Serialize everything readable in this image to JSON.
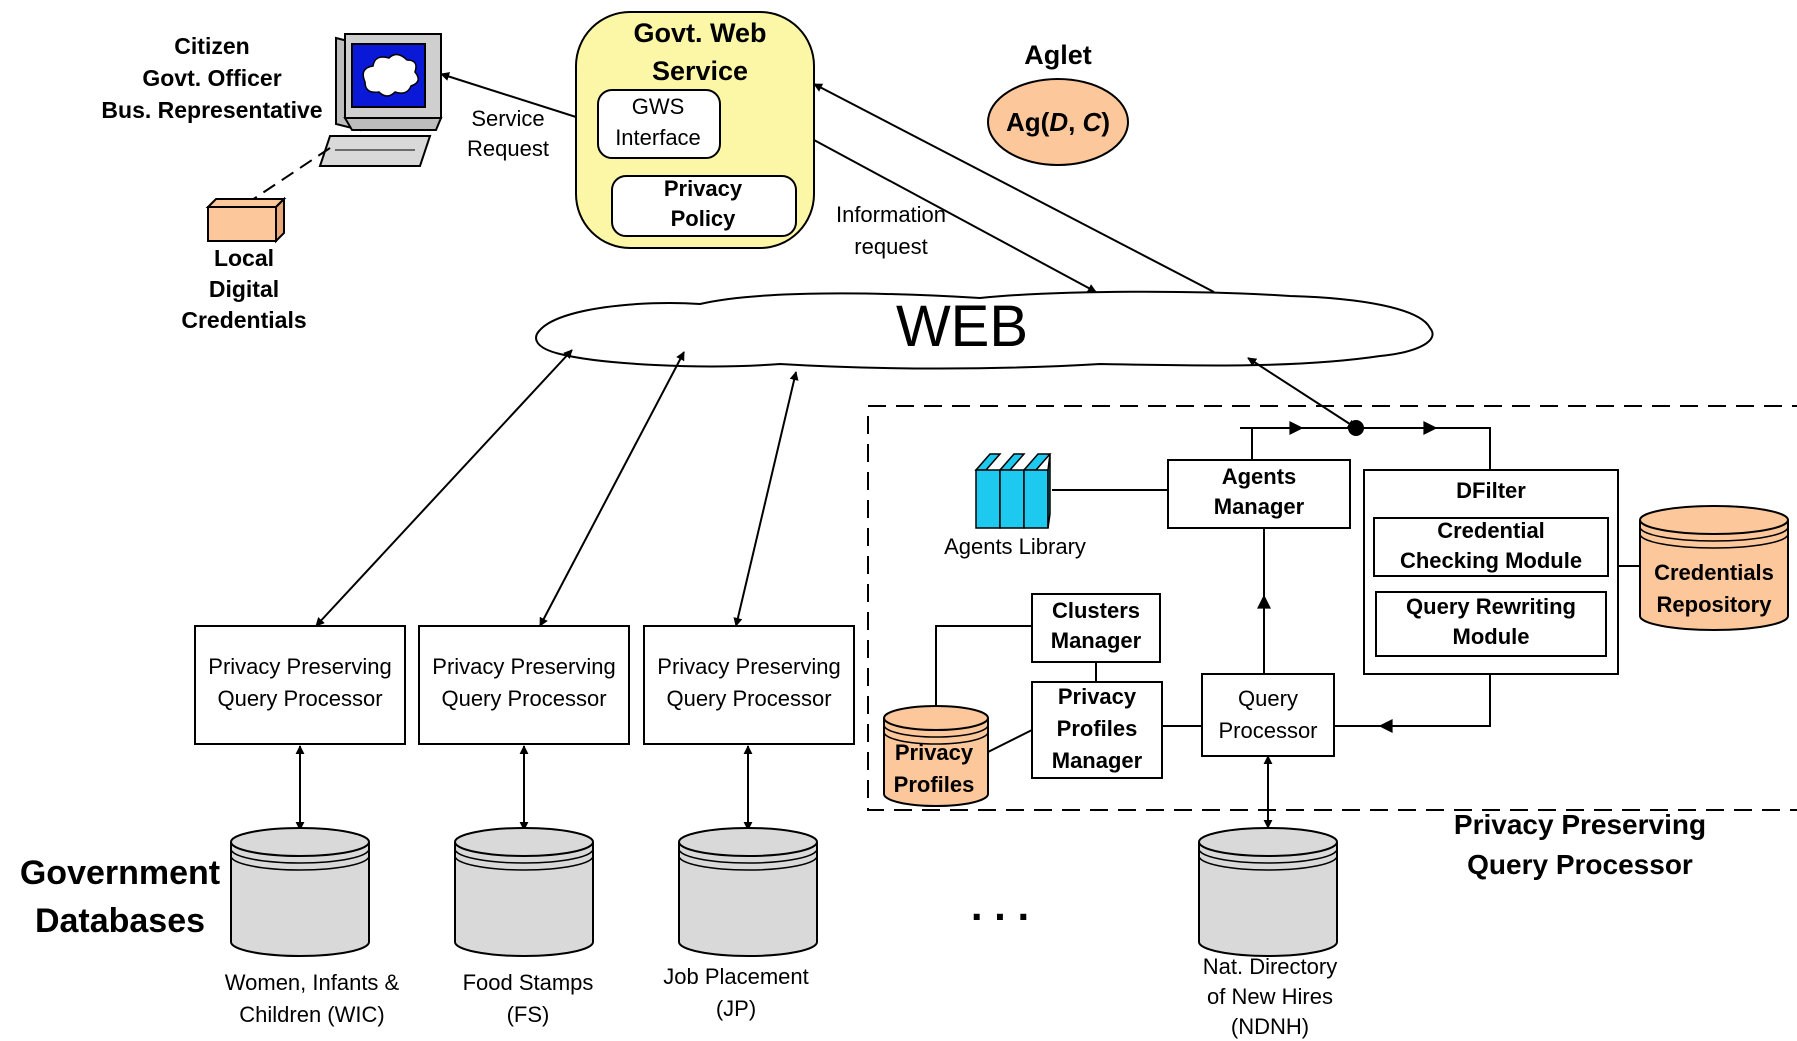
{
  "users": {
    "line1": "Citizen",
    "line2": "Govt. Officer",
    "line3": "Bus. Representative"
  },
  "local_credentials": {
    "line1": "Local",
    "line2": "Digital",
    "line3": "Credentials"
  },
  "service_request": {
    "line1": "Service",
    "line2": "Request"
  },
  "gws": {
    "title1": "Govt. Web",
    "title2": "Service",
    "interface1": "GWS",
    "interface2": "Interface",
    "policy1": "Privacy",
    "policy2": "Policy"
  },
  "aglet": {
    "title": "Aglet",
    "ag": "Ag(",
    "d": "D",
    "comma": ", ",
    "c": "C",
    "close": ")"
  },
  "info_request": {
    "line1": "Information",
    "line2": "request"
  },
  "web": "WEB",
  "ppqp_box": {
    "line1": "Privacy Preserving",
    "line2": "Query Processor"
  },
  "gov_db": {
    "line1": "Government",
    "line2": "Databases"
  },
  "databases": [
    {
      "line1": "Women, Infants &",
      "line2": "Children (WIC)"
    },
    {
      "line1": "Food Stamps",
      "line2": "(FS)"
    },
    {
      "line1": "Job Placement",
      "line2": "(JP)"
    }
  ],
  "ellipsis": ". . .",
  "ndnh": {
    "line1": "Nat. Directory",
    "line2": "of New Hires",
    "line3": "(NDNH)"
  },
  "agents_library": "Agents Library",
  "agents_manager": {
    "line1": "Agents",
    "line2": "Manager"
  },
  "dfilter": {
    "title": "DFilter",
    "ccm1": "Credential",
    "ccm2": "Checking Module",
    "qrm1": "Query Rewriting",
    "qrm2": "Module"
  },
  "credentials_repo": {
    "line1": "Credentials",
    "line2": "Repository"
  },
  "clusters_manager": {
    "line1": "Clusters",
    "line2": "Manager"
  },
  "privacy_profiles": {
    "line1": "Privacy",
    "line2": "Profiles"
  },
  "ppm": {
    "line1": "Privacy",
    "line2": "Profiles",
    "line3": "Manager"
  },
  "query_processor": {
    "line1": "Query",
    "line2": "Processor"
  },
  "ppqp_caption": {
    "line1": "Privacy Preserving",
    "line2": "Query Processor"
  },
  "colors": {
    "gws_fill": "#fbf7a6",
    "orange_fill": "#fcc79a",
    "cyan_fill": "#1ec9ef",
    "db_fill": "#d9d9d9",
    "screen_blue": "#0a18d8"
  }
}
